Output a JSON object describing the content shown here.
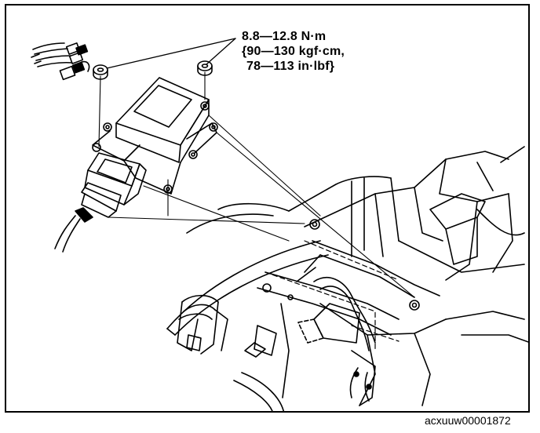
{
  "torque_spec": {
    "line1": "8.8—12.8 N·m",
    "line2": "{90—130 kgf·cm,",
    "line3": "78—113 in·lbf}"
  },
  "figure_ref": "acxuuw00001872"
}
